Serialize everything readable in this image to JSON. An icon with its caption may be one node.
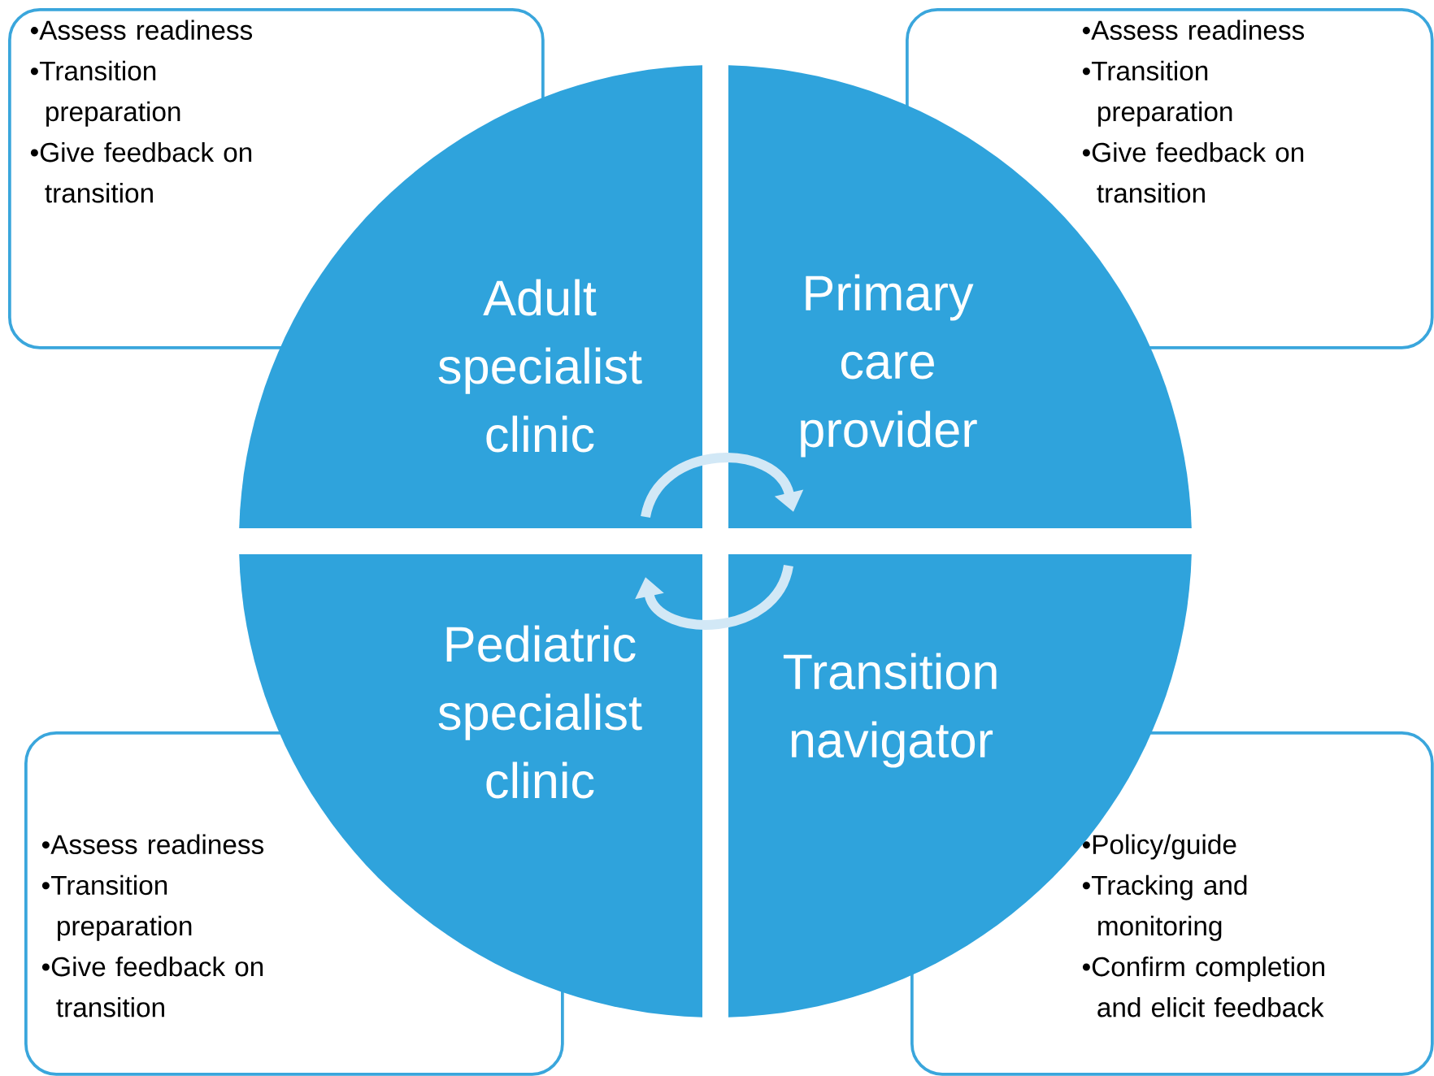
{
  "diagram": {
    "nodes": [
      {
        "text": [
          "•Assess readiness",
          "•Transition preparation",
          "•Give feedback on transition"
        ]
      },
      {
        "text": [
          "•Assess readiness",
          "•Transition preparation",
          "•Give feedback on transition"
        ]
      },
      {
        "text": [
          "Adult specialist clinic"
        ]
      },
      {
        "text": [
          "Primary care provider"
        ]
      },
      {
        "text": [
          "Pediatric specialist clinic"
        ]
      },
      {
        "text": [
          "Transition navigator"
        ]
      },
      {
        "text": [
          "•Assess readiness",
          "•Transition preparation",
          "•Give feedback on transition"
        ]
      },
      {
        "text": [
          "•Policy/guide",
          "•Tracking and monitoring",
          "•Confirm completion and elicit feedback"
        ]
      }
    ],
    "edges": [
      {
        "from": 2,
        "to": 3,
        "arrow": "to"
      },
      {
        "from": 5,
        "to": 4,
        "arrow": "to"
      }
    ]
  }
}
